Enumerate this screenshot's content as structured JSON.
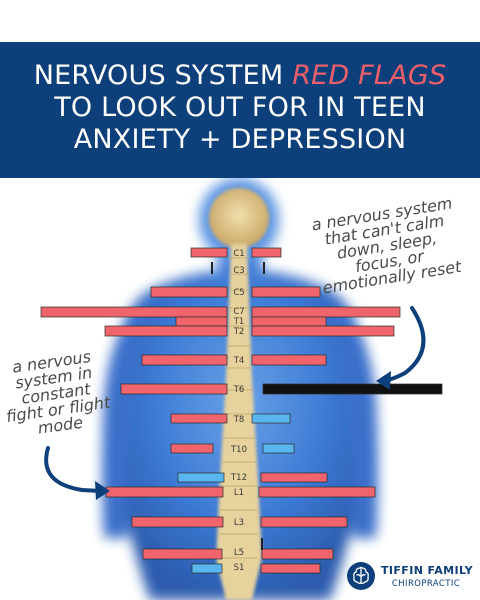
{
  "header": {
    "line1_pre": "NERVOUS SYSTEM ",
    "line1_emph": "RED FLAGS",
    "line2": "TO LOOK OUT FOR IN TEEN",
    "line3": "ANXIETY + DEPRESSION"
  },
  "annotations": {
    "right_lines": [
      "a nervous system",
      "that can't calm",
      "down, sleep,",
      "focus, or",
      "emotionally reset"
    ],
    "left_lines": [
      "a nervous",
      "system in",
      "constant",
      "fight or flight",
      "mode"
    ]
  },
  "spine_labels": [
    "C1",
    "C3",
    "C5",
    "C7",
    "T1",
    "T2",
    "T4",
    "T6",
    "T8",
    "T10",
    "T12",
    "L1",
    "L3",
    "L5",
    "S1"
  ],
  "bar_colors": {
    "red": "#f0646c",
    "blue": "#5ab6ee",
    "black": "#111111"
  },
  "logo": {
    "name": "TIFFIN FAMILY",
    "sub": "CHIROPRACTIC"
  },
  "colors": {
    "header_bg": "#0d3f7a",
    "accent_red": "#ee5f6a",
    "body_glow": "#2d6fd1",
    "arrow": "#0d3f7a"
  }
}
